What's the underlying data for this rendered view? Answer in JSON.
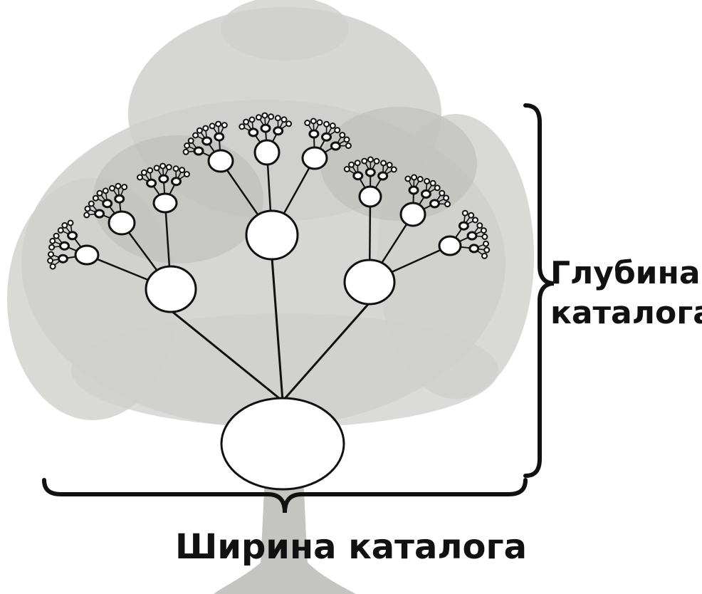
{
  "labels": {
    "depth_line1": "Глубина",
    "depth_line2": "каталога",
    "width": "Ширина каталога"
  },
  "colors": {
    "background": "#ffffff",
    "tree_silhouette": "#c8c8c5",
    "node_fill": "#ffffff",
    "node_stroke": "#111111",
    "line": "#111111",
    "text": "#111111"
  }
}
